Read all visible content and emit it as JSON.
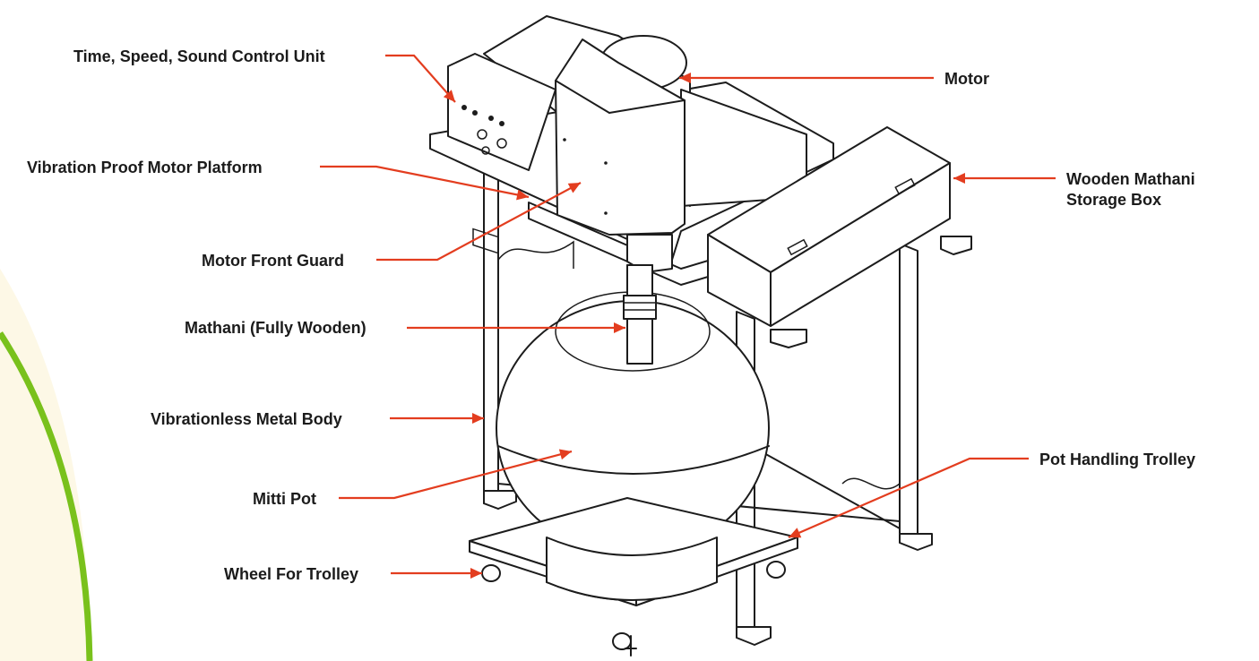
{
  "diagram": {
    "labels": {
      "control_unit": "Time, Speed, Sound Control Unit",
      "motor": "Motor",
      "motor_platform": "Vibration Proof Motor Platform",
      "storage_box_line1": "Wooden Mathani",
      "storage_box_line2": "Storage Box",
      "front_guard": "Motor Front Guard",
      "mathani": "Mathani (Fully Wooden)",
      "metal_body": "Vibrationless Metal Body",
      "pot_trolley": "Pot Handling Trolley",
      "mitti_pot": "Mitti Pot",
      "wheel": "Wheel For Trolley"
    },
    "colors": {
      "callout": "#e33d1f",
      "arc_green": "#79c11c",
      "arc_fill": "#fdf8e6",
      "line_art": "#1c1c1c",
      "text": "#1b1b1b"
    }
  }
}
